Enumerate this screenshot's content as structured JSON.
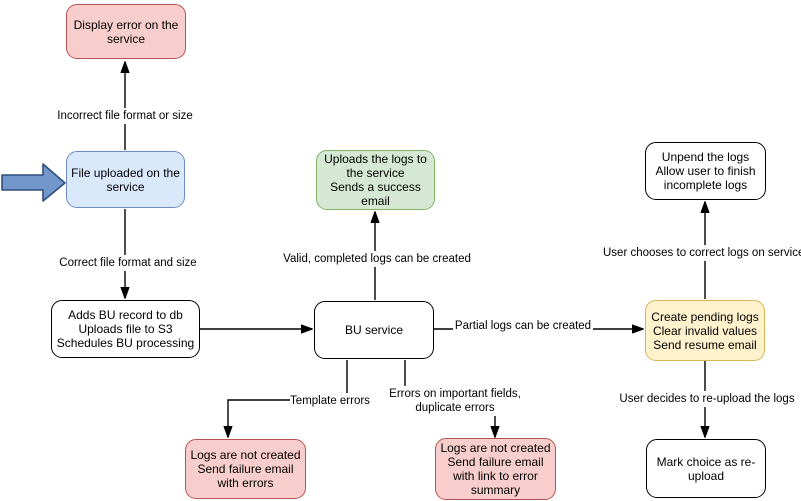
{
  "palette": {
    "pink_fill": "#f8cecc",
    "pink_stroke": "#b85450",
    "blue_fill": "#dae8fc",
    "blue_stroke": "#6c8ebf",
    "green_fill": "#d5e8d4",
    "green_stroke": "#82b366",
    "yellow_fill": "#fff2cc",
    "yellow_stroke": "#d6b656",
    "white_fill": "#ffffff",
    "black_stroke": "#000000",
    "entry_arrow_fill": "#7396cb",
    "entry_arrow_stroke": "#2f4f7f",
    "connector_color": "#000000"
  },
  "nodes": [
    {
      "id": "display-error",
      "color": "pink",
      "label": "Display error on the\nservice"
    },
    {
      "id": "file-uploaded",
      "color": "blue",
      "label": "File uploaded on the\nservice"
    },
    {
      "id": "adds-bu-record",
      "color": "white",
      "label": "Adds BU record to db\nUploads file to S3\nSchedules BU processing"
    },
    {
      "id": "bu-service",
      "color": "white",
      "label": "BU service"
    },
    {
      "id": "uploads-logs",
      "color": "green",
      "label": "Uploads the logs to\nthe service\nSends a success\nemail"
    },
    {
      "id": "create-pending-logs",
      "color": "yellow",
      "label": "Create pending logs\nClear invalid values\nSend resume email"
    },
    {
      "id": "unpend-logs",
      "color": "white",
      "label": "Unpend the logs\nAllow user to finish\nincomplete logs"
    },
    {
      "id": "mark-reupload",
      "color": "white",
      "label": "Mark choice as re-\nupload"
    },
    {
      "id": "logs-not-created-errors",
      "color": "pink",
      "label": "Logs are not created\nSend failure email\nwith errors"
    },
    {
      "id": "logs-not-created-summary",
      "color": "pink",
      "label": "Logs are not created\nSend failure email\nwith link to error\nsummary"
    }
  ],
  "edge_labels": [
    {
      "id": "incorrect-format",
      "text": "Incorrect file format or size"
    },
    {
      "id": "correct-format",
      "text": "Correct file format and size"
    },
    {
      "id": "valid-logs",
      "text": "Valid, completed logs can be created"
    },
    {
      "id": "partial-logs",
      "text": "Partial logs can be created"
    },
    {
      "id": "user-corrects",
      "text": "User chooses to correct logs on service"
    },
    {
      "id": "user-reuploads",
      "text": "User decides to re-upload the logs"
    },
    {
      "id": "template-errors",
      "text": "Template errors"
    },
    {
      "id": "field-errors",
      "text": "Errors on important fields,\nduplicate errors"
    }
  ]
}
